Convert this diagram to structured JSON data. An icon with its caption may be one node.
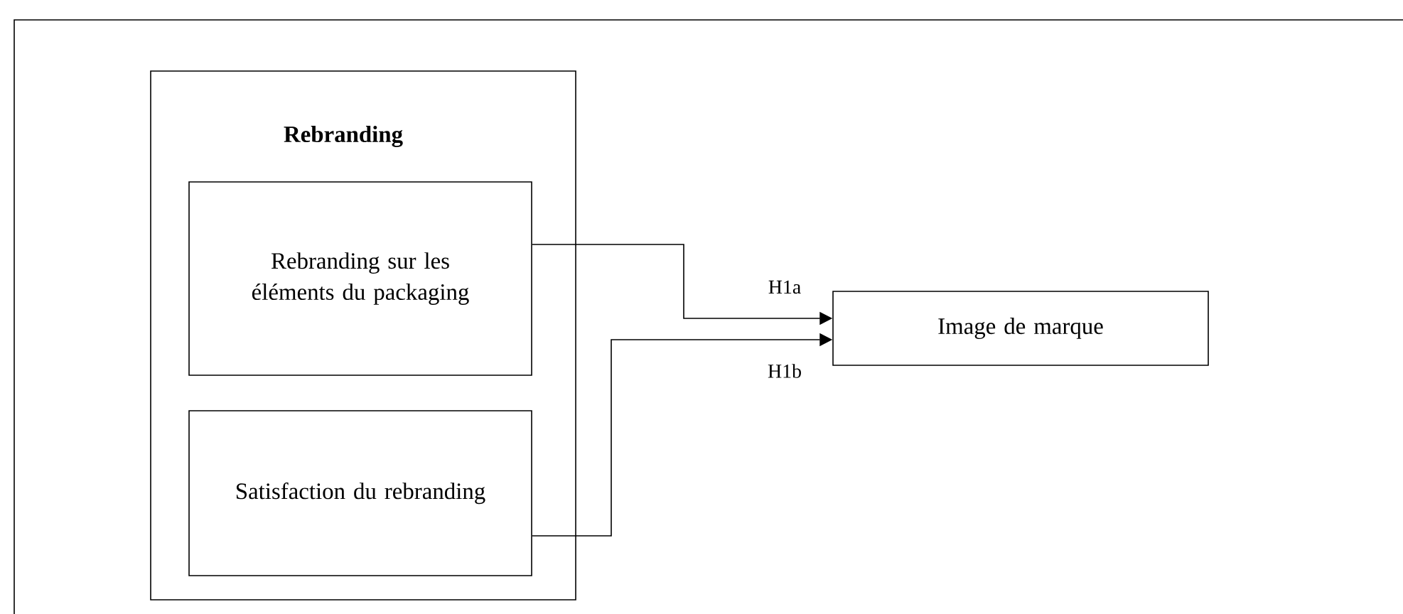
{
  "diagram": {
    "nodes": [
      {
        "text": [
          "Rebranding"
        ]
      },
      {
        "text": [
          "Rebranding sur les éléments du packaging"
        ],
        "in": 0
      },
      {
        "text": [
          "Satisfaction du rebranding"
        ],
        "in": 0
      },
      {
        "text": [
          "Image de marque"
        ]
      }
    ],
    "edges": [
      {
        "from": 1,
        "to": 3,
        "arrow": "to",
        "label": "H1a"
      },
      {
        "from": 2,
        "to": 3,
        "arrow": "to",
        "label": "H1b"
      }
    ]
  }
}
